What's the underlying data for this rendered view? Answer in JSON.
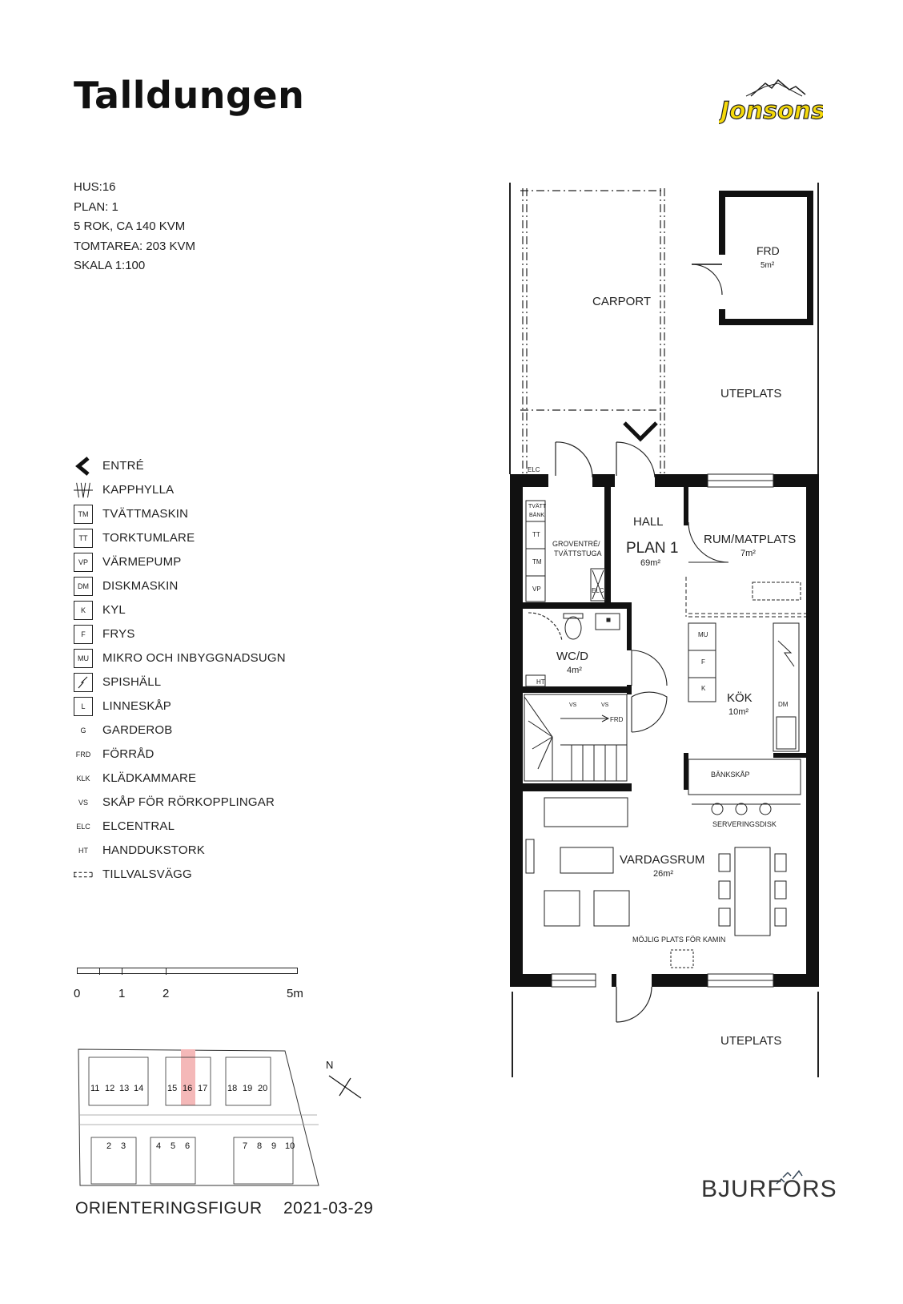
{
  "header": {
    "title": "Talldungen",
    "logo_text": "Jonsons"
  },
  "info": {
    "lines": [
      "HUS:16",
      "PLAN: 1",
      "5 ROK, CA 140 KVM",
      "TOMTAREA: 203 KVM",
      "SKALA 1:100"
    ]
  },
  "legend": [
    {
      "symbol": "",
      "icon": "entrance-arrow-icon",
      "label": "ENTRÉ"
    },
    {
      "symbol": "",
      "icon": "coat-rack-icon",
      "label": "KAPPHYLLA"
    },
    {
      "symbol": "TM",
      "icon": "box",
      "label": "TVÄTTMASKIN"
    },
    {
      "symbol": "TT",
      "icon": "box",
      "label": "TORKTUMLARE"
    },
    {
      "symbol": "VP",
      "icon": "box",
      "label": "VÄRMEPUMP"
    },
    {
      "symbol": "DM",
      "icon": "box",
      "label": "DISKMASKIN"
    },
    {
      "symbol": "K",
      "icon": "box",
      "label": "KYL"
    },
    {
      "symbol": "F",
      "icon": "box",
      "label": "FRYS"
    },
    {
      "symbol": "MU",
      "icon": "box",
      "label": "MIKRO OCH INBYGGNADSUGN"
    },
    {
      "symbol": "",
      "icon": "stove-icon",
      "label": "SPISHÄLL"
    },
    {
      "symbol": "L",
      "icon": "box",
      "label": "LINNESKÅP"
    },
    {
      "symbol": "G",
      "icon": "text",
      "label": "GARDEROB"
    },
    {
      "symbol": "FRD",
      "icon": "text",
      "label": "FÖRRÅD"
    },
    {
      "symbol": "KLK",
      "icon": "text",
      "label": "KLÄDKAMMARE"
    },
    {
      "symbol": "VS",
      "icon": "text",
      "label": "SKÅP FÖR RÖRKOPPLINGAR"
    },
    {
      "symbol": "ELC",
      "icon": "text",
      "label": "ELCENTRAL"
    },
    {
      "symbol": "HT",
      "icon": "text",
      "label": "HANDDUKSTORK"
    },
    {
      "symbol": "",
      "icon": "optional-wall-icon",
      "label": "TILLVALSVÄGG"
    }
  ],
  "scale": {
    "labels": [
      "0",
      "1",
      "2",
      "5m"
    ]
  },
  "floorplan": {
    "rooms": {
      "carport": "CARPORT",
      "frd": "FRD",
      "frd_area": "5m²",
      "uteplats_top": "UTEPLATS",
      "uteplats_bottom": "UTEPLATS",
      "hall": "HALL",
      "plan": "PLAN 1",
      "plan_area": "69m²",
      "rum": "RUM/MATPLATS",
      "rum_area": "7m²",
      "grovent": "GROVENTRÉ/",
      "grovent2": "TVÄTTSTUGA",
      "wc": "WC/D",
      "wc_area": "4m²",
      "kok": "KÖK",
      "kok_area": "10m²",
      "vardagsrum": "VARDAGSRUM",
      "vardagsrum_area": "26m²",
      "bankskap": "BÄNKSKÅP",
      "serveringsdisk": "SERVERINGSDISK",
      "kamin": "MÖJLIG PLATS FÖR KAMIN"
    },
    "fixtures": {
      "elc1": "ELC",
      "elc2": "ELC",
      "tvattbank": "TVÄTT",
      "tvattbank2": "BÄNK",
      "tt": "TT",
      "tm": "TM",
      "vp": "VP",
      "ht": "HT",
      "vs1": "VS",
      "vs2": "VS",
      "frd_arrow": "FRD",
      "mu": "MU",
      "f": "F",
      "k": "K",
      "dm": "DM"
    }
  },
  "orientation": {
    "north": "N",
    "houses_top": [
      "11",
      "12",
      "13",
      "14",
      "15",
      "16",
      "17",
      "18",
      "19",
      "20"
    ],
    "houses_bottom": [
      "2",
      "3",
      "4",
      "5",
      "6",
      "7",
      "8",
      "9",
      "10"
    ],
    "highlighted_house": "16",
    "highlight_color": "#f4b8b8"
  },
  "footer": {
    "label": "ORIENTERINGSFIGUR",
    "date": "2021-03-29",
    "brand": "BJURFORS"
  }
}
